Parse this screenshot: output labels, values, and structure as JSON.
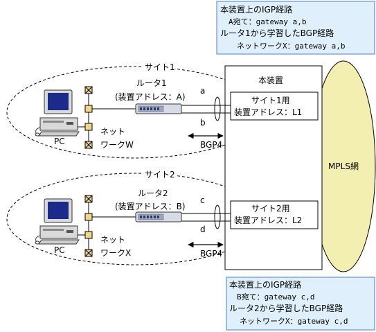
{
  "colors": {
    "info_box_fill": "#dff0fc",
    "info_box_border": "#4a7fc9",
    "mpls_fill": "#f3efb1",
    "router_body": "#d6dbe6",
    "port_fill": "#f0d689"
  },
  "site1": {
    "label": "サイト1",
    "router_name": "ルータ1",
    "router_addr": "(装置アドレス：A)",
    "network_line1": "ネット",
    "network_line2": "ワークW",
    "pc_label": "PC",
    "link_a": "a",
    "link_b": "b",
    "bgp": "BGP4"
  },
  "site2": {
    "label": "サイト2",
    "router_name": "ルータ2",
    "router_addr": "(装置アドレス：B)",
    "network_line1": "ネット",
    "network_line2": "ワークX",
    "pc_label": "PC",
    "link_c": "c",
    "link_d": "d",
    "bgp": "BGP4"
  },
  "device": {
    "title": "本装置",
    "vrf1_line1": "サイト1用",
    "vrf1_line2": "装置アドレス：L1",
    "vrf2_line1": "サイト2用",
    "vrf2_line2": "装置アドレス：L2"
  },
  "mpls": {
    "label": "MPLS網"
  },
  "top_box": {
    "l1": "本装置上のIGP経路",
    "l2": "A宛て：gateway a,b",
    "l3": "ルータ1から学習したBGP経路",
    "l4": "ネットワークX：gateway a,b"
  },
  "bottom_box": {
    "l1": "本装置上のIGP経路",
    "l2": "B宛て：gateway c,d",
    "l3": "ルータ2から学習したBGP経路",
    "l4": "ネットワークX：gateway c,d"
  }
}
